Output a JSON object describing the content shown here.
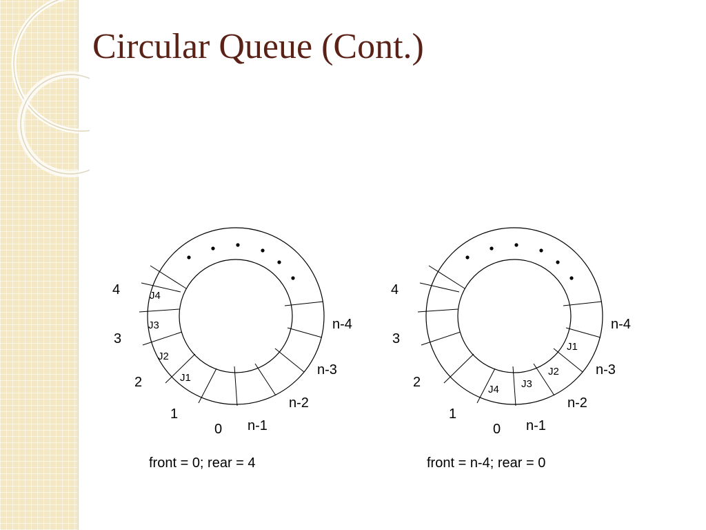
{
  "title": "Circular Queue (Cont.)",
  "colors": {
    "title": "#5a2216",
    "sidebar": "#f4e7c4",
    "ring_stroke": "#000000"
  },
  "diagram_left": {
    "caption": "front = 0;  rear = 4",
    "cells": [
      "J1",
      "J2",
      "J3",
      "J4"
    ],
    "labels": {
      "p4": "4",
      "p3": "3",
      "p2": "2",
      "p1": "1",
      "p0": "0",
      "n1": "n-1",
      "n2": "n-2",
      "n3": "n-3",
      "n4": "n-4"
    }
  },
  "diagram_right": {
    "caption": "front = n-4;  rear = 0",
    "cells": [
      "J1",
      "J2",
      "J3",
      "J4"
    ],
    "labels": {
      "p4": "4",
      "p3": "3",
      "p2": "2",
      "p1": "1",
      "p0": "0",
      "n1": "n-1",
      "n2": "n-2",
      "n3": "n-3",
      "n4": "n-4"
    }
  }
}
